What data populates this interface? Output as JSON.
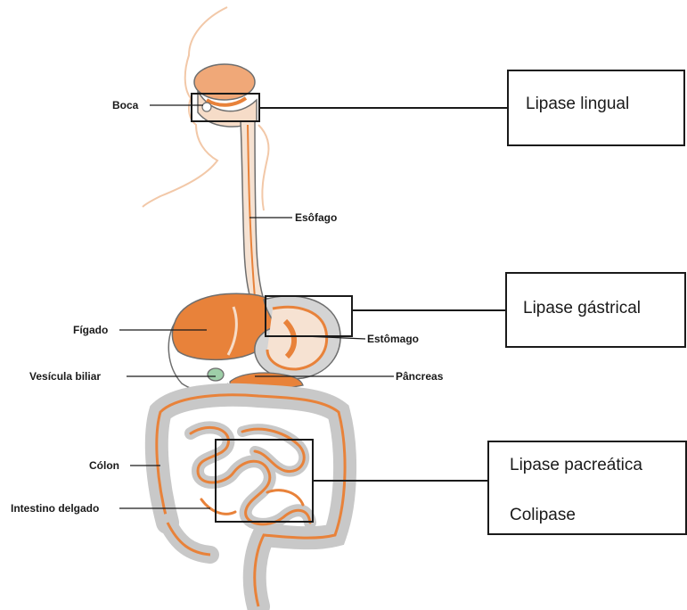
{
  "organ_labels": {
    "boca": "Boca",
    "esofago": "Esôfago",
    "figado": "Fígado",
    "estomago": "Estômago",
    "vesicula": "Vesícula biliar",
    "pancreas": "Pâncreas",
    "colon": "Cólon",
    "intestino": "Intestino delgado"
  },
  "enzymes": {
    "lingual": "Lipase lingual",
    "gastrica": "Lipase gástrical",
    "pancreatica": "Lipase pacreática",
    "colipase": "Colipase"
  },
  "colors": {
    "organ_orange": "#e8823a",
    "organ_gray": "#c8c8c8",
    "outline": "#6e6e6e",
    "skin": "#f6dcc8",
    "line": "#1a1a1a"
  }
}
